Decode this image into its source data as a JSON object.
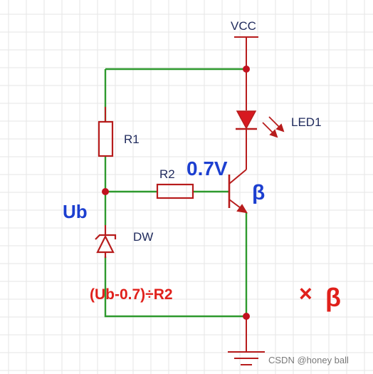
{
  "labels": {
    "vcc": "VCC",
    "led": "LED1",
    "r1": "R1",
    "r2": "R2",
    "vbe": "0.7V",
    "beta": "β",
    "ub": "Ub",
    "zener": "DW",
    "formula_main": "(Ub-0.7)÷R2",
    "formula_times": "×",
    "formula_beta": "β",
    "watermark": "CSDN @honey ball"
  },
  "colors": {
    "wire": "#2e9a2e",
    "component": "#b71c1c",
    "node": "#c1121f",
    "annotation_blue": "#1c3fd0",
    "annotation_red": "#e0201b",
    "grid": "#e6e6e6",
    "text": "#1f2a5c"
  }
}
